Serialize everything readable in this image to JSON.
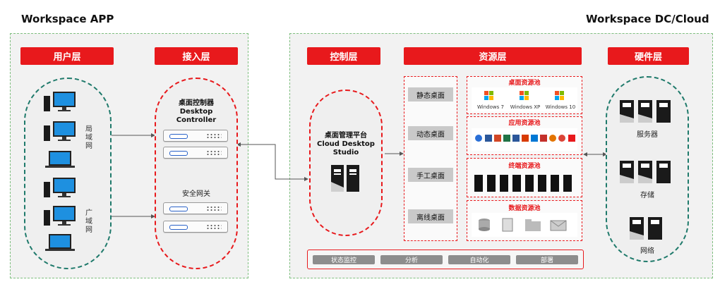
{
  "titles": {
    "left": "Workspace APP",
    "right": "Workspace DC/Cloud"
  },
  "headers": {
    "user_layer": "用户层",
    "access_layer": "接入层",
    "control_layer": "控制层",
    "resource_layer": "资源层",
    "hardware_layer": "硬件层"
  },
  "user_layer": {
    "lan_label": "局域网",
    "wan_label": "广域网"
  },
  "access": {
    "controller_line1": "桌面控制器",
    "controller_line2": "Desktop",
    "controller_line3": "Controller",
    "gateway_label": "安全网关"
  },
  "control": {
    "line1": "桌面管理平台",
    "line2": "Cloud Desktop",
    "line3": "Studio"
  },
  "desktop_types": [
    "静态桌面",
    "动态桌面",
    "手工桌面",
    "离线桌面"
  ],
  "pools": {
    "desktop_pool": {
      "title": "桌面资源池",
      "os": [
        "Windows 7",
        "Windows XP",
        "Windows 10"
      ]
    },
    "app_pool": {
      "title": "应用资源池"
    },
    "terminal_pool": {
      "title": "终端资源池"
    },
    "data_pool": {
      "title": "数据资源池"
    }
  },
  "hardware": {
    "server": "服务器",
    "storage": "存储",
    "network": "网络"
  },
  "bottom_bar": [
    "状态监控",
    "分析",
    "自动化",
    "部署"
  ],
  "colors": {
    "accent_red": "#e8191c",
    "teal": "#1f7a6b",
    "monitor_blue": "#1e90e0",
    "panel_bg": "#f2f2f2"
  }
}
